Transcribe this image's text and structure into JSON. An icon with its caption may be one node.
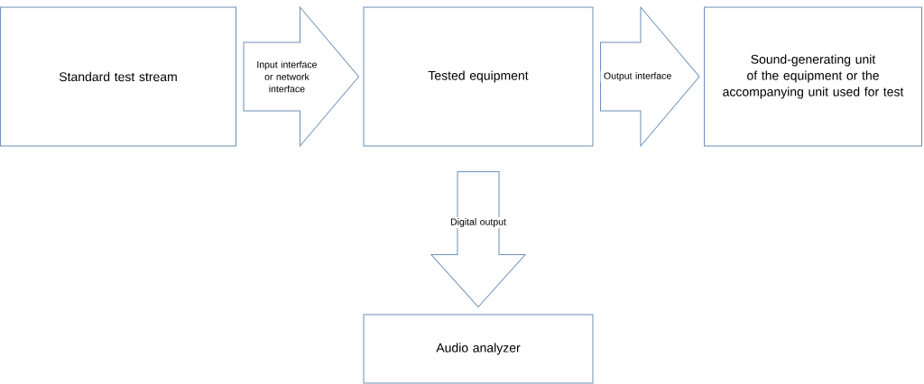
{
  "diagram": {
    "nodes": [
      {
        "text": [
          "Standard test stream"
        ]
      },
      {
        "text": [
          "Tested equipment"
        ]
      },
      {
        "text": [
          "Sound-generating unit of the equipment or the accompanying unit used for test"
        ]
      },
      {
        "text": [
          "Audio analyzer"
        ]
      }
    ],
    "edges": [
      {
        "from": 0,
        "to": 1,
        "arrow": "to",
        "label": "Input interface or network interface"
      },
      {
        "from": 1,
        "to": 2,
        "arrow": "to",
        "label": "Output interface"
      },
      {
        "from": 1,
        "to": 3,
        "arrow": "to",
        "label": "Digital output"
      }
    ]
  }
}
